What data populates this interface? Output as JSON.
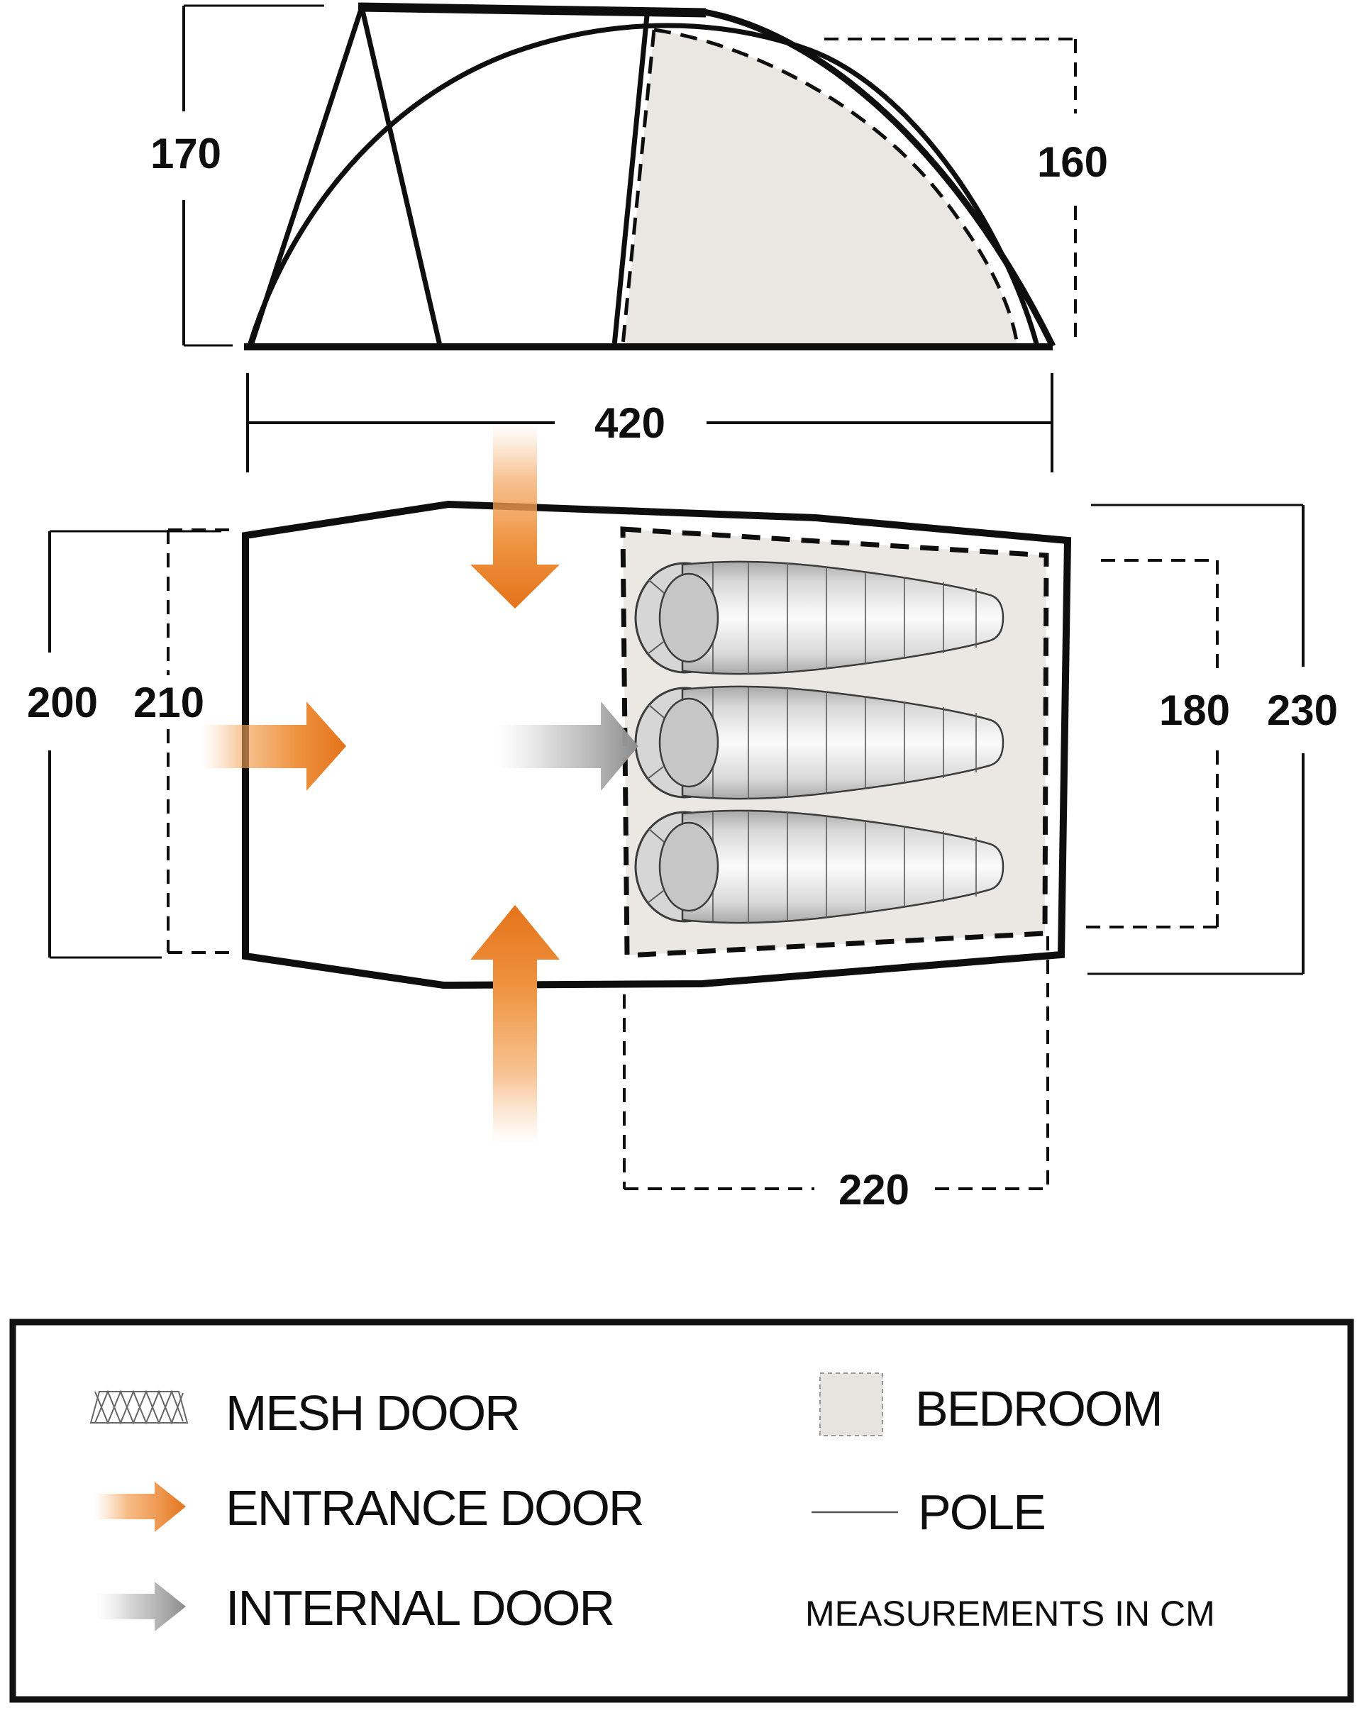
{
  "side_view": {
    "height_peak": "170",
    "height_bedroom": "160",
    "width": "420"
  },
  "floor_plan": {
    "depth_left": "200",
    "porch_depth": "210",
    "bedroom_depth": "180",
    "depth_right": "230",
    "bedroom_width": "220"
  },
  "legend": {
    "mesh_door": "MESH DOOR",
    "entrance_door": "ENTRANCE DOOR",
    "internal_door": "INTERNAL DOOR",
    "bedroom": "BEDROOM",
    "pole": "POLE",
    "note": "MEASUREMENTS IN CM"
  },
  "colors": {
    "entrance_accent": "#e4731a",
    "internal_accent": "#8c8c8c",
    "bedroom_fill": "#eae7e3",
    "line": "#0e0e0e"
  }
}
